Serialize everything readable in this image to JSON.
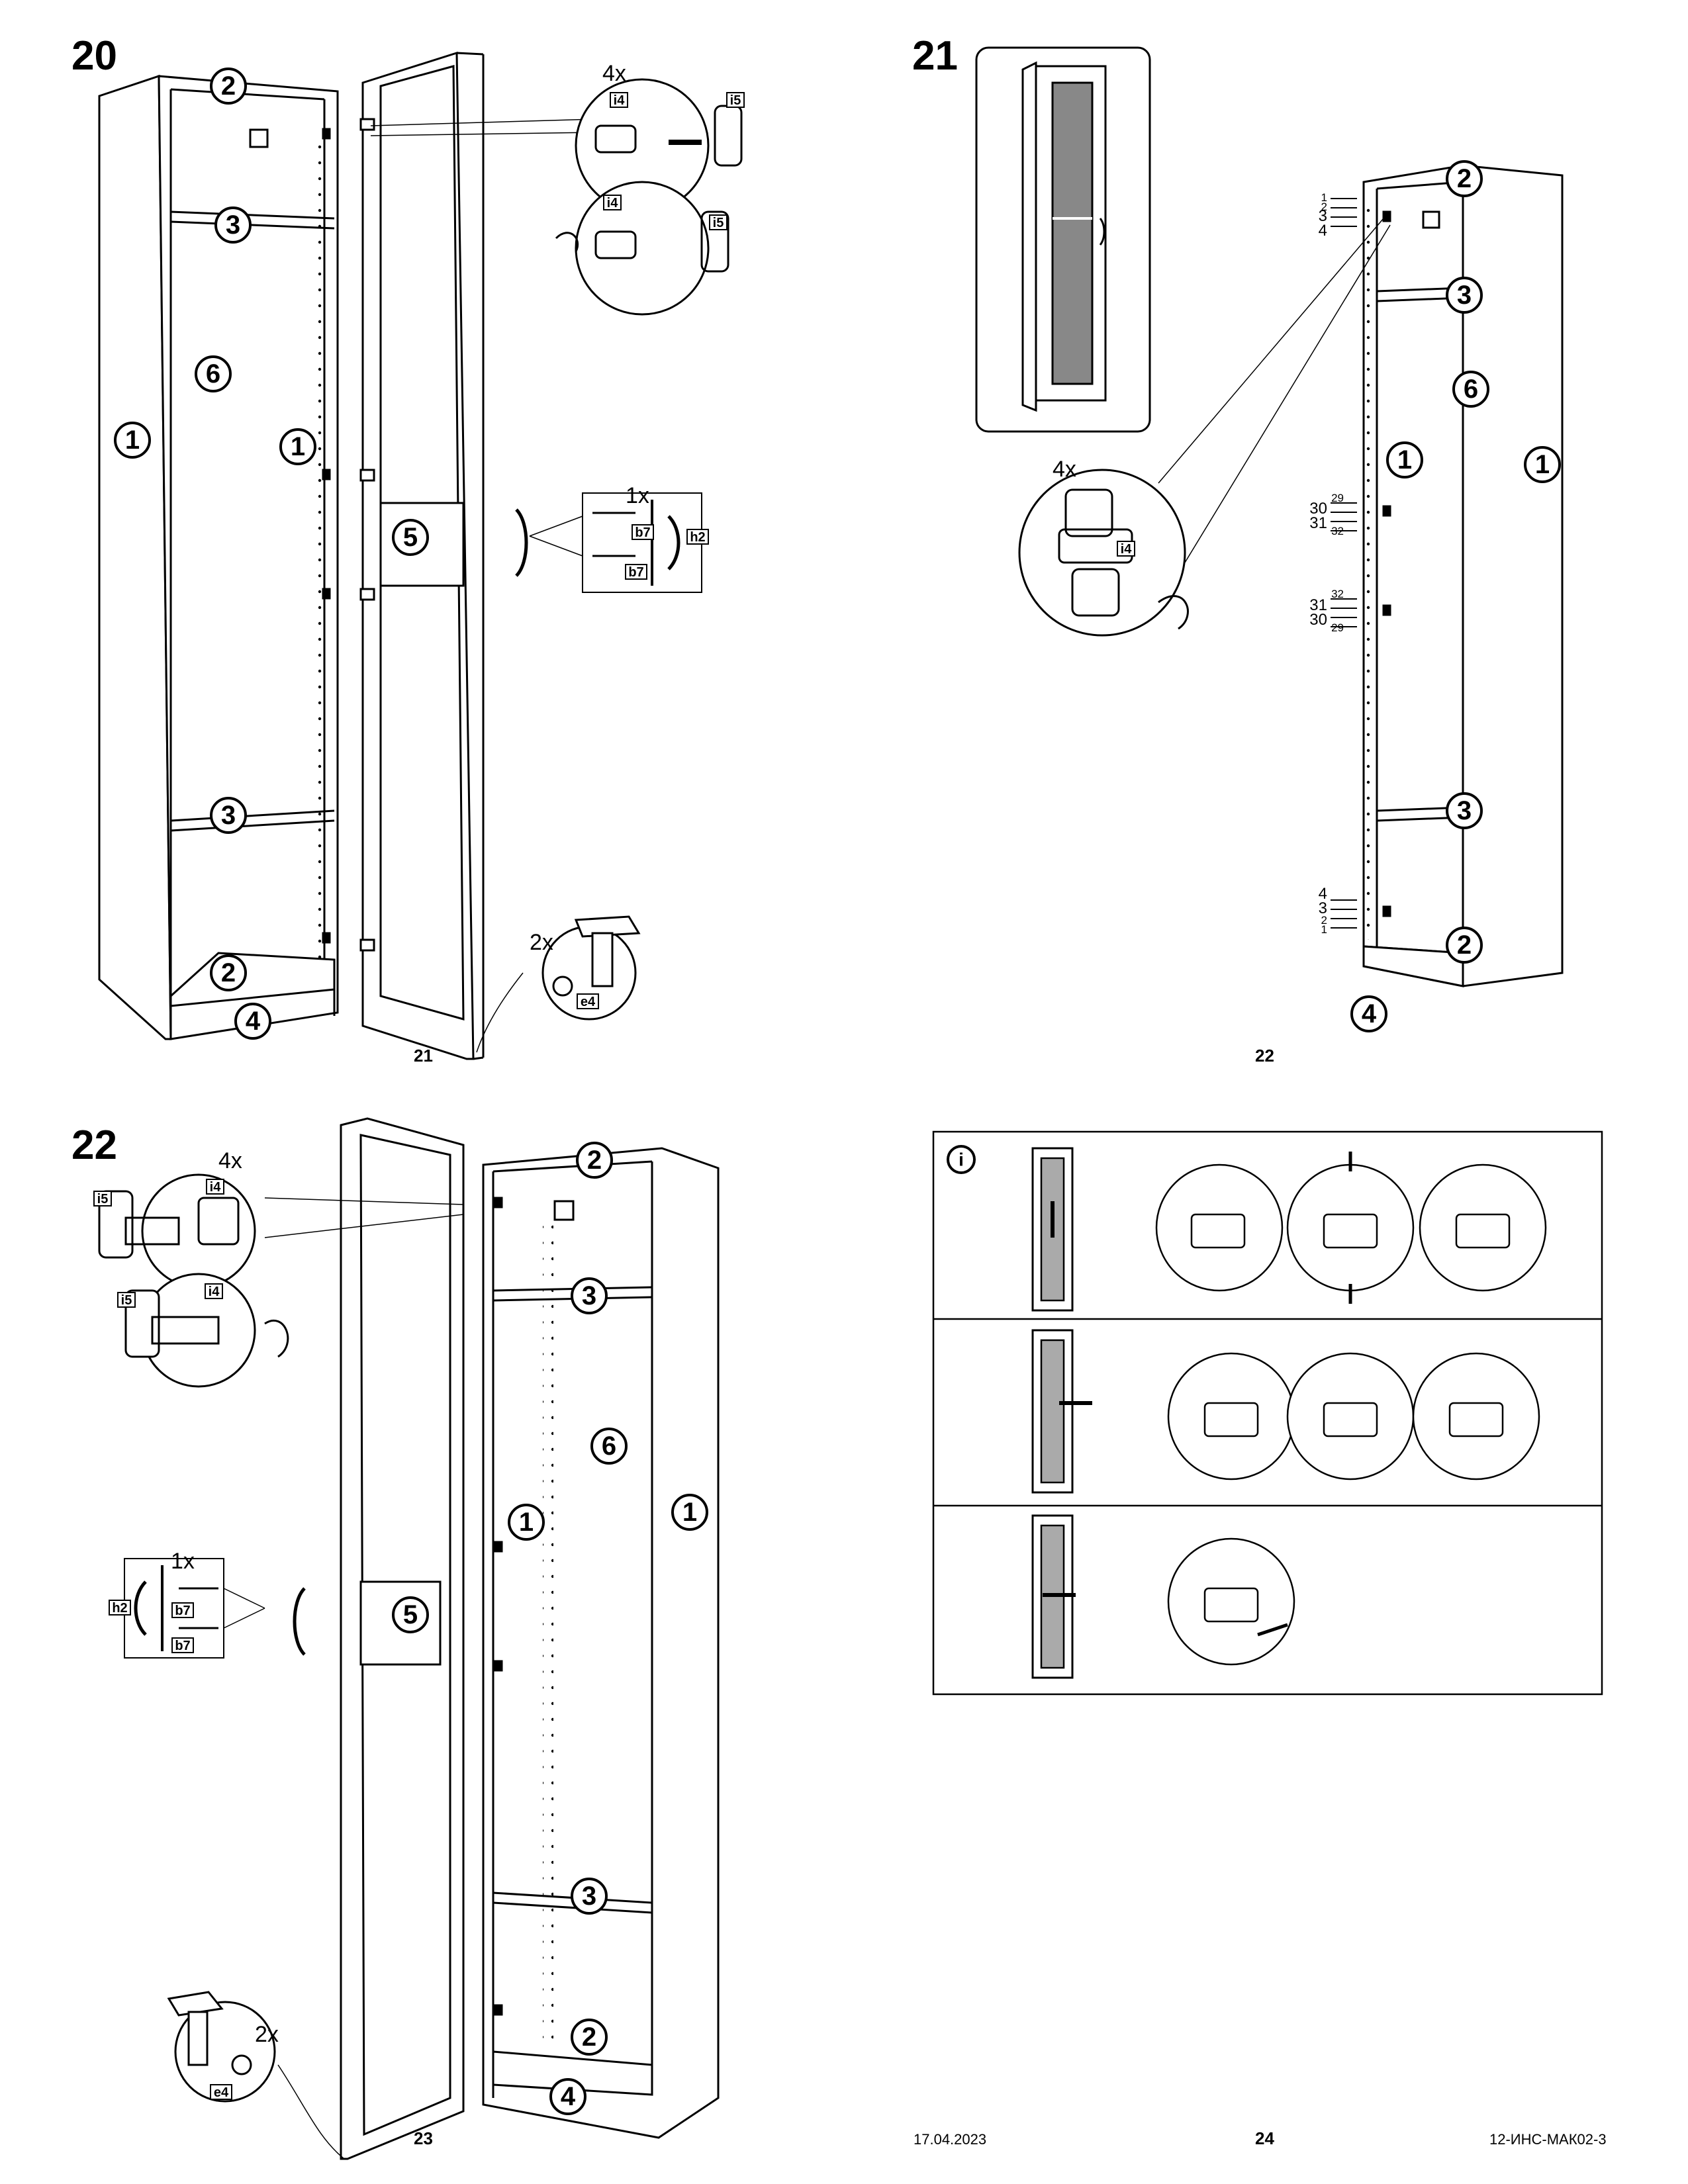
{
  "steps": {
    "s20": {
      "number": "20",
      "qty_hinge": "4x",
      "qty_handle": "1x",
      "qty_leg": "2x"
    },
    "s21": {
      "number": "21",
      "qty_hinge": "4x"
    },
    "s22": {
      "number": "22",
      "qty_hinge": "4x",
      "qty_handle": "1x",
      "qty_leg": "2x"
    }
  },
  "parts": {
    "p1": "1",
    "p2": "2",
    "p3": "3",
    "p4": "4",
    "p5": "5",
    "p6": "6"
  },
  "hardware": {
    "i4": "i4",
    "i5": "i5",
    "b7": "b7",
    "h2": "h2",
    "e4": "e4"
  },
  "hole_marks": {
    "top": [
      "1",
      "2",
      "3",
      "4"
    ],
    "upper": [
      "29",
      "30",
      "31",
      "32"
    ],
    "middle": [
      "32",
      "31",
      "30",
      "29"
    ],
    "bottom": [
      "4",
      "3",
      "2",
      "1"
    ]
  },
  "info_symbol": "i",
  "page_numbers": {
    "p21": "21",
    "p22": "22",
    "p23": "23",
    "p24": "24"
  },
  "footer": {
    "date": "17.04.2023",
    "code": "12-ИНС-МАК02-3"
  }
}
